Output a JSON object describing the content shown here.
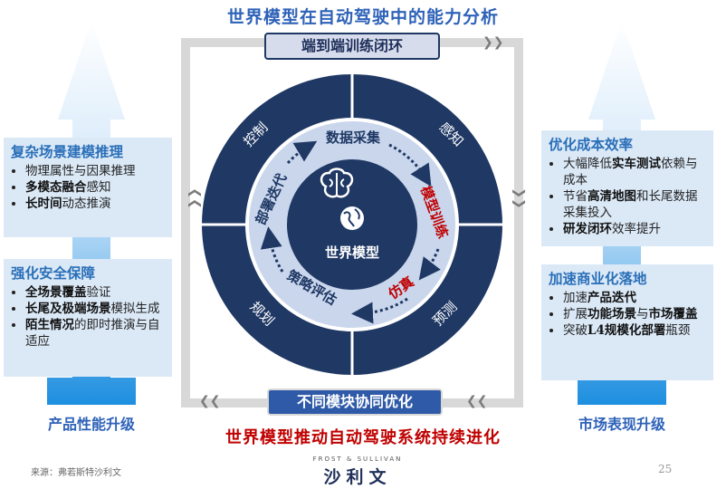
{
  "title": "世界模型在自动驾驶中的能力分析",
  "top_label": "端到端训练闭环",
  "bottom_label": "不同模块协同优化",
  "center": {
    "label": "世界模型",
    "brain_icon": "brain-icon",
    "globe_icon": "globe-icon"
  },
  "outer_ring": {
    "top_left": "控制",
    "top_right": "感知",
    "bottom_left": "规划",
    "bottom_right": "预测"
  },
  "inner_ring": {
    "top": "数据采集",
    "right": "模型训练",
    "bottom_right": "仿真",
    "bottom": "策略评估",
    "left": "部署迭代"
  },
  "left_top_box": {
    "title": "复杂场景建模推理",
    "items": [
      {
        "pre": "",
        "bold": "",
        "post": "物理属性与因果推理"
      },
      {
        "pre": "",
        "bold": "多模态融合",
        "post": "感知"
      },
      {
        "pre": "",
        "bold": "长时间",
        "post": "动态推演"
      }
    ]
  },
  "left_bottom_box": {
    "title": "强化安全保障",
    "items": [
      {
        "pre": "",
        "bold": "全场景覆盖",
        "post": "验证"
      },
      {
        "pre": "",
        "bold": "长尾及极端场景",
        "post": "模拟生成"
      },
      {
        "pre": "",
        "bold": "陌生情况",
        "post": "的即时推演与自适应"
      }
    ]
  },
  "right_top_box": {
    "title": "优化成本效率",
    "items": [
      {
        "pre": "大幅降低",
        "bold": "实车测试",
        "post": "依赖与成本"
      },
      {
        "pre": "节省",
        "bold": "高清地图",
        "post": "和长尾数据采集投入",
        "bold2": "数据"
      },
      {
        "pre": "",
        "bold": "研发闭环",
        "post": "效率提升"
      }
    ]
  },
  "right_bottom_box": {
    "title": "加速商业化落地",
    "items": [
      {
        "pre": "加速",
        "bold": "产品迭代",
        "post": ""
      },
      {
        "pre": "扩展",
        "bold": "功能场景",
        "post": "与",
        "bold2": "市场覆盖"
      },
      {
        "pre": "突破",
        "bold": "L4规模化部署",
        "post": "瓶颈"
      }
    ]
  },
  "left_footer": "产品性能升级",
  "right_footer": "市场表现升级",
  "conclusion": "世界模型推动自动驾驶系统持续进化",
  "source": "来源：弗若斯特沙利文",
  "logo": {
    "small": "FROST & SULLIVAN",
    "main": "沙利文"
  },
  "page_number": "25",
  "colors": {
    "dark_navy": "#1f3864",
    "accent_blue": "#2e62b8",
    "red": "#c00000",
    "light_blue_box": "#dbe9f7"
  }
}
